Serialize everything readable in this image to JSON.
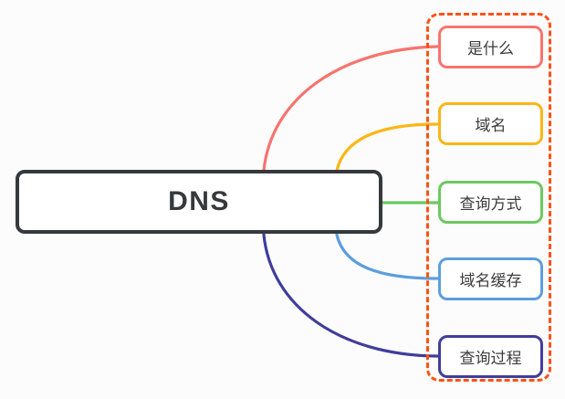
{
  "diagram": {
    "background": "#fcfcfc",
    "root": {
      "label": "DNS",
      "border_color": "#35393c",
      "text_color": "#35393c",
      "fill": "#ffffff"
    },
    "children_group": {
      "outline_color": "#fa5316",
      "outline_style": "dashed"
    },
    "children": [
      {
        "label": "是什么",
        "color": "#f8736d"
      },
      {
        "label": "域名",
        "color": "#fbb615"
      },
      {
        "label": "查询方式",
        "color": "#6cc95f"
      },
      {
        "label": "域名缓存",
        "color": "#5c9ede"
      },
      {
        "label": "查询过程",
        "color": "#403d9b"
      }
    ],
    "node_text_color": "#3c3c3c",
    "node_fill": "#ffffff"
  }
}
